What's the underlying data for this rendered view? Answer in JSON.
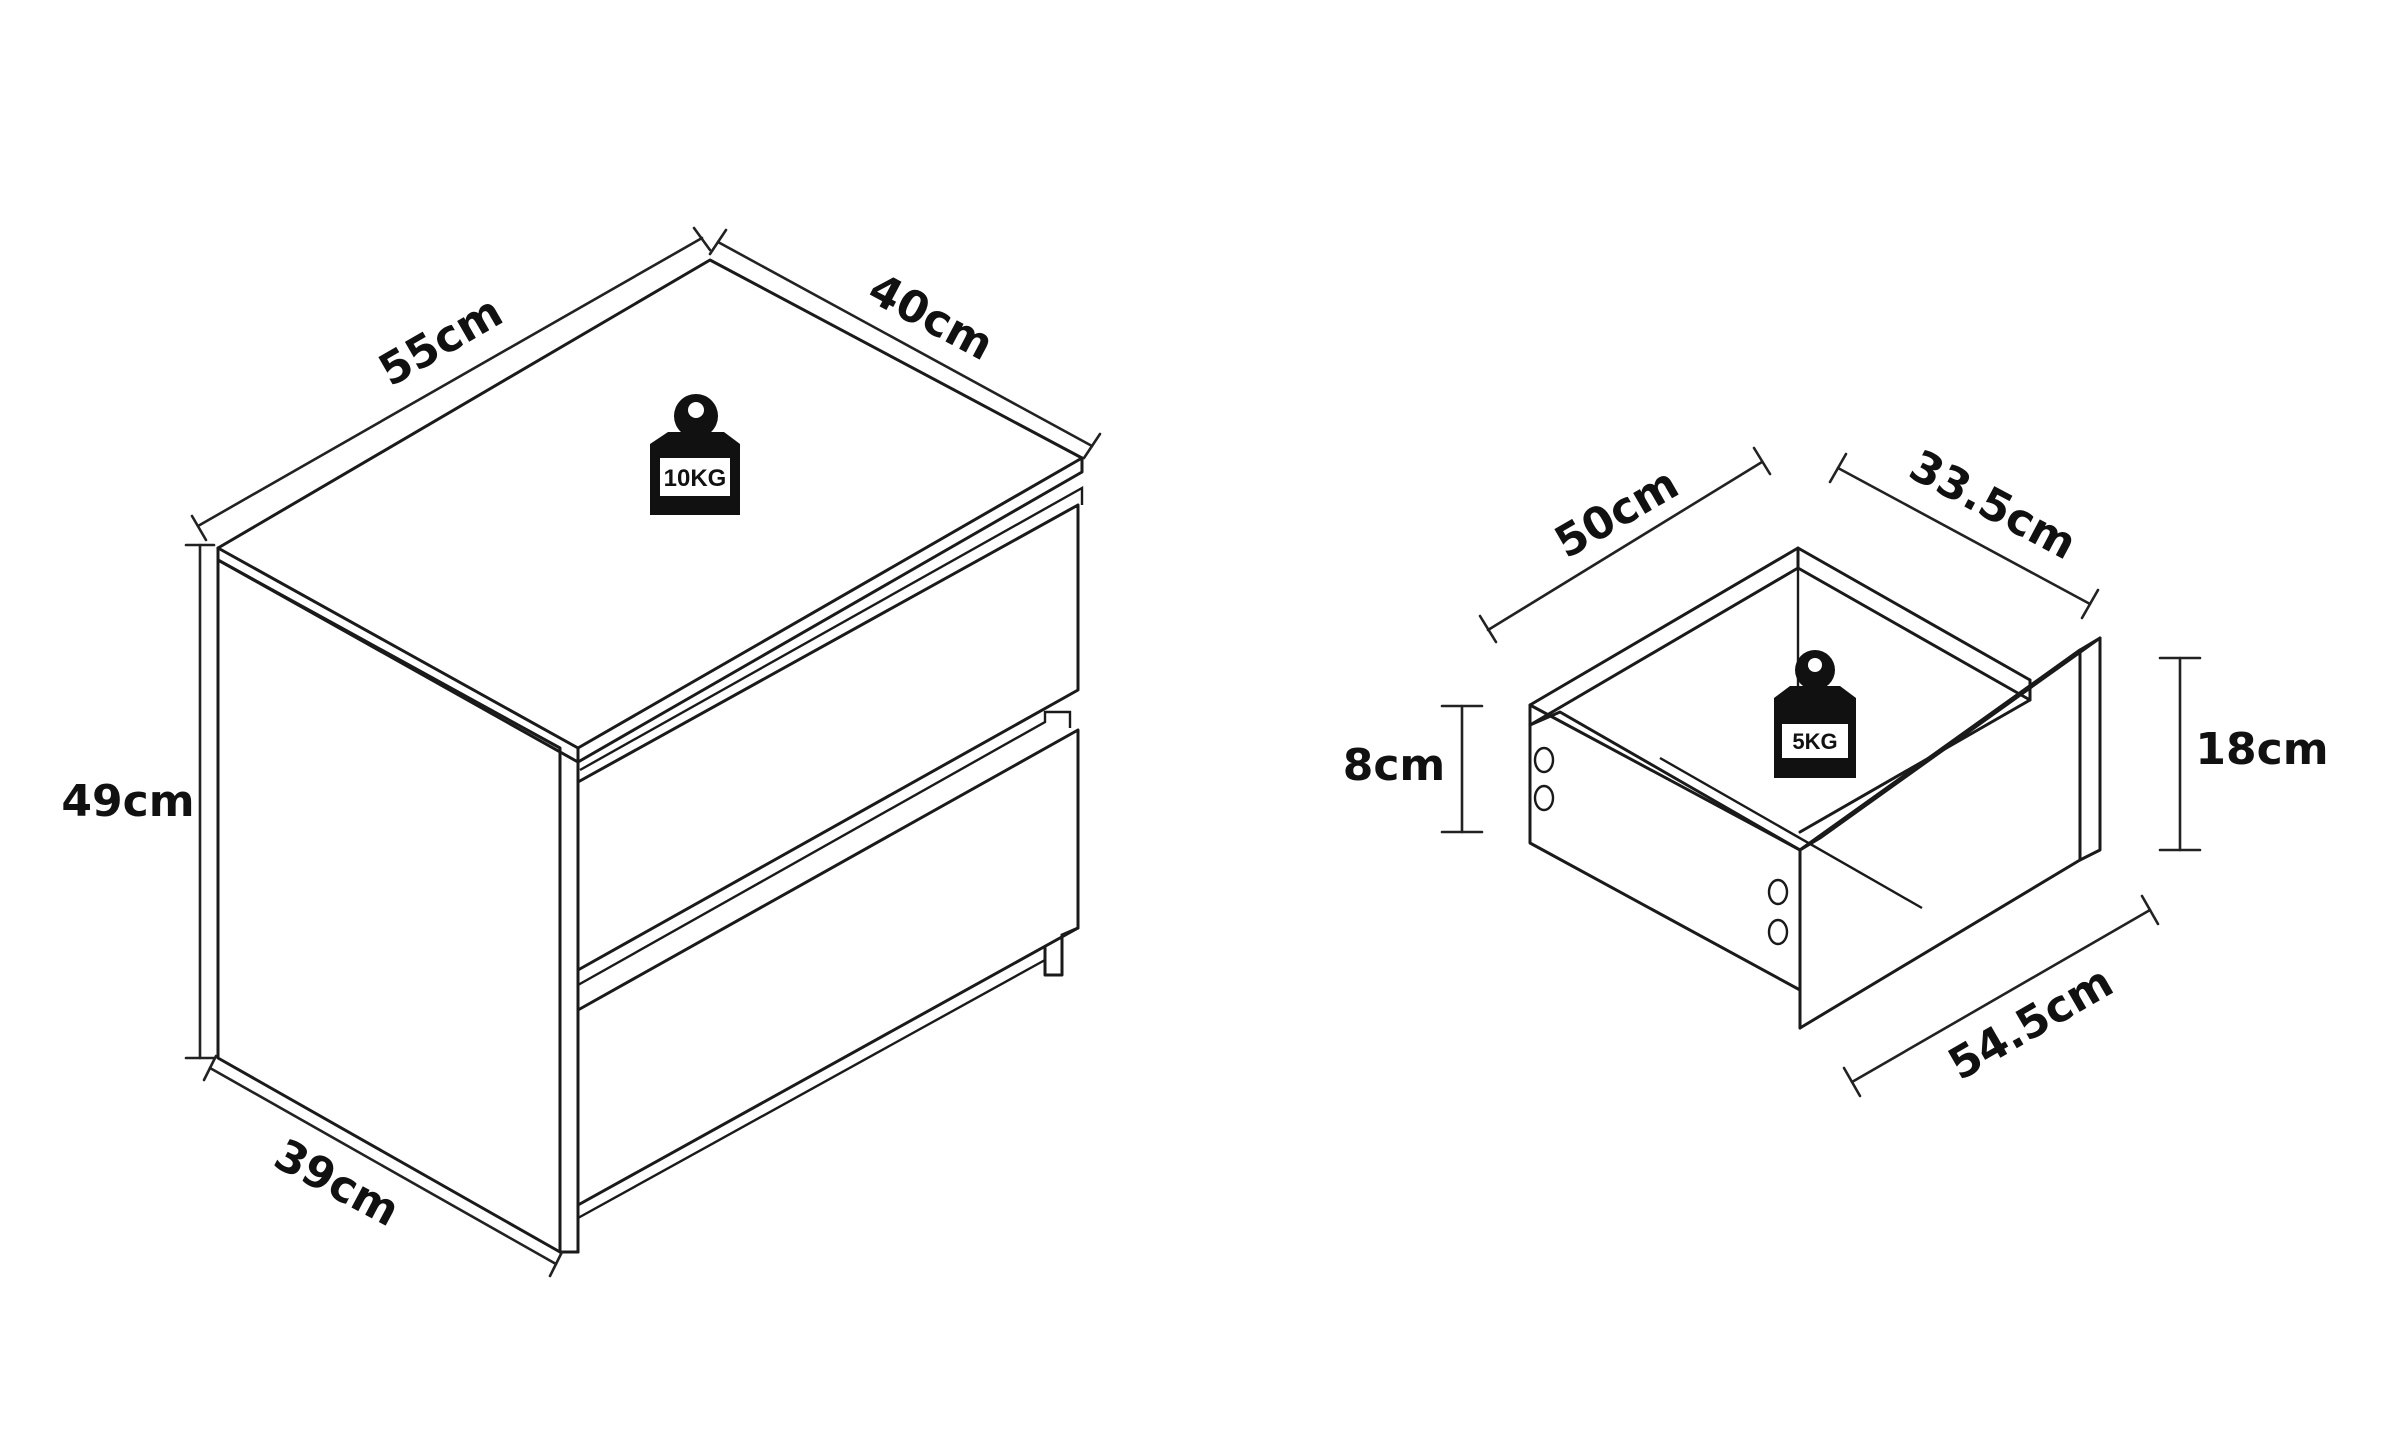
{
  "cabinet": {
    "width_label": "55cm",
    "depth_top_label": "40cm",
    "height_label": "49cm",
    "depth_side_label": "39cm",
    "weight_label": "10KG"
  },
  "drawer": {
    "width_label": "50cm",
    "depth_label": "33.5cm",
    "inner_height_label": "8cm",
    "front_height_label": "18cm",
    "front_width_label": "54.5cm",
    "weight_label": "5KG"
  }
}
